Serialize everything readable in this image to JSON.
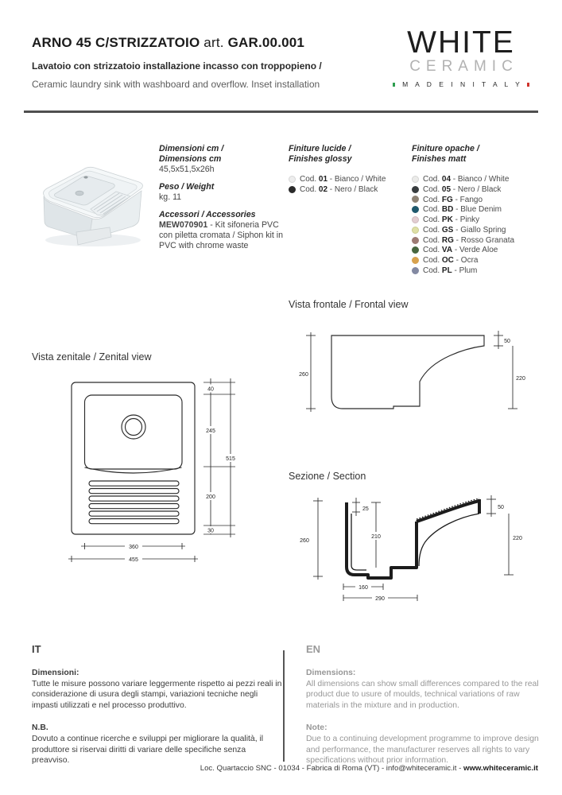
{
  "header": {
    "title_main": "ARNO 45 C/STRIZZATOIO",
    "title_art": " art. ",
    "title_code": "GAR.00.001",
    "subtitle_it": "Lavatoio con strizzatoio installazione incasso con troppopieno /",
    "subtitle_en": "Ceramic laundry sink with washboard and overflow. Inset installation"
  },
  "logo": {
    "line1": "WHITE",
    "line2": "CERAMIC",
    "tagline": "M A D E   I N   I T A L Y",
    "flag_green": "#2e9e4f",
    "flag_red": "#cf342c"
  },
  "labels": {
    "cod_prefix": "Cod. ",
    "sep": " - "
  },
  "product_info": {
    "dimensions_label_it": "Dimensioni cm /",
    "dimensions_label_en": "Dimensions cm",
    "dimensions_value": "45,5x51,5x26h",
    "weight_label": "Peso / Weight",
    "weight_value": "kg. 11",
    "accessories_label": "Accessori / Accessories",
    "accessories_code": "MEW070901",
    "accessories_desc": " - Kit sifoneria PVC con piletta cromata / Siphon kit in PVC with chrome waste"
  },
  "finishes_glossy": {
    "title_it": "Finiture lucide /",
    "title_en": "Finishes glossy",
    "items": [
      {
        "code": "01",
        "name": "Bianco / White",
        "color": "#ededed",
        "border": "#d6d6d6"
      },
      {
        "code": "02",
        "name": "Nero / Black",
        "color": "#2b2b2b"
      }
    ]
  },
  "finishes_matt": {
    "title_it": "Finiture opache /",
    "title_en": "Finishes matt",
    "items": [
      {
        "code": "04",
        "name": "Bianco / White",
        "color": "#ebebe9",
        "border": "#d5d5d3"
      },
      {
        "code": "05",
        "name": "Nero / Black",
        "color": "#383d3f"
      },
      {
        "code": "FG",
        "name": "Fango",
        "color": "#8e8375"
      },
      {
        "code": "BD",
        "name": "Blue Denim",
        "color": "#20596d"
      },
      {
        "code": "PK",
        "name": "Pinky",
        "color": "#e3ced2",
        "border": "#d0babe"
      },
      {
        "code": "GS",
        "name": "Giallo Spring",
        "color": "#dfe0a6",
        "border": "#cbcc90"
      },
      {
        "code": "RG",
        "name": "Rosso Granata",
        "color": "#9d7b74"
      },
      {
        "code": "VA",
        "name": "Verde Aloe",
        "color": "#47663f"
      },
      {
        "code": "OC",
        "name": "Ocra",
        "color": "#d8a24e"
      },
      {
        "code": "PL",
        "name": "Plum",
        "color": "#8389a2"
      }
    ]
  },
  "views": {
    "zenital_label": "Vista zenitale / Zenital view",
    "frontal_label": "Vista frontale / Frontal view",
    "section_label": "Sezione / Section"
  },
  "drawings": {
    "zenital": {
      "d40": "40",
      "d245": "245",
      "d200": "200",
      "d30": "30",
      "d515": "515",
      "d360": "360",
      "d455": "455"
    },
    "frontal": {
      "d260": "260",
      "d50": "50",
      "d220": "220"
    },
    "section": {
      "d260": "260",
      "d25": "25",
      "d210": "210",
      "d50": "50",
      "d220": "220",
      "d160": "160",
      "d290": "290"
    }
  },
  "notes": {
    "it": {
      "lang": "IT",
      "dim_title": "Dimensioni:",
      "dim_body": "Tutte le misure possono variare leggermente rispetto ai pezzi reali in considerazione di usura degli stampi, variazioni tecniche negli impasti utilizzati e nel processo produttivo.",
      "nb_title": "N.B.",
      "nb_body": "Dovuto a continue ricerche e sviluppi per migliorare la qualità, il produttore si riservai diritti di variare delle specifiche senza preavviso."
    },
    "en": {
      "lang": "EN",
      "dim_title": "Dimensions:",
      "dim_body": "All dimensions can show small differences compared to the real product due to usure of moulds, technical variations of raw materials in the mixture and in production.",
      "note_title": "Note:",
      "note_body": "Due to a continuing development programme to improve design and performance, the manufacturer reserves all rights to vary specifications without prior information."
    }
  },
  "footer": {
    "address": "Loc. Quartaccio SNC - 01034 - Fabrica di Roma (VT) - info@whiteceramic.it - ",
    "website": "www.whiteceramic.it"
  }
}
